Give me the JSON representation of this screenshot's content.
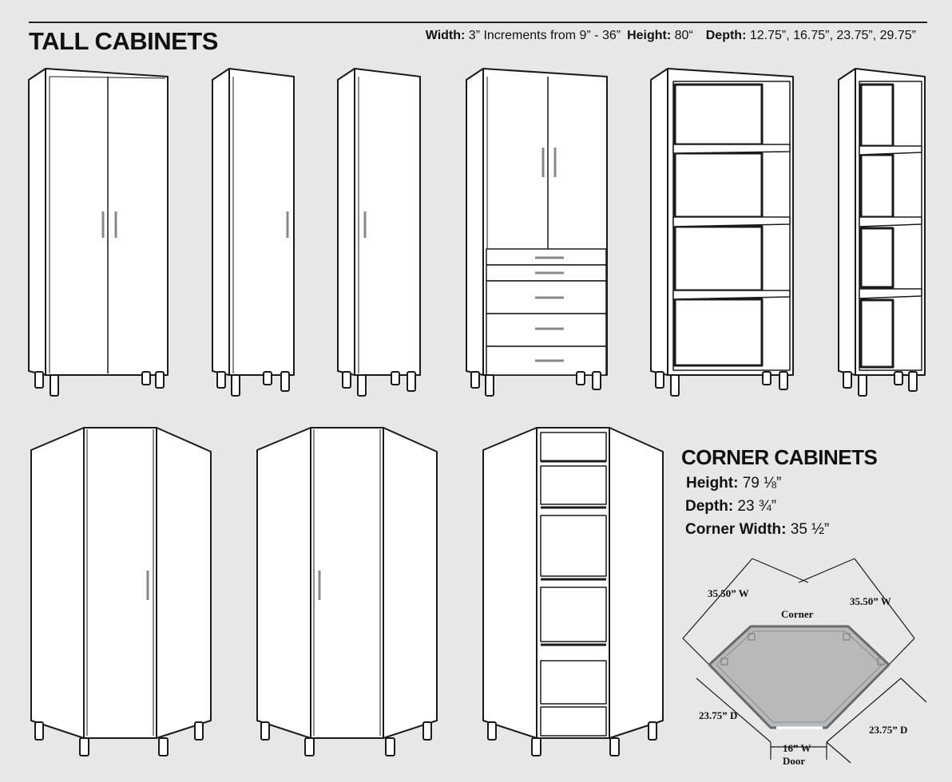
{
  "header": {
    "title": "TALL CABINETS",
    "width_label": "Width:",
    "width_value": " 3” Increments from 9” - 36”",
    "height_label": "Height:",
    "height_value": " 80“",
    "depth_label": "Depth:",
    "depth_value": " 12.75”, 16.75”, 23.75”, 29.75”"
  },
  "corner": {
    "title": "CORNER CABINETS",
    "height_label": "Height:",
    "height_value": " 79 ⅛”",
    "depth_label": "Depth:",
    "depth_value": " 23 ¾”",
    "width_label": "Corner Width:",
    "width_value": " 35 ½”"
  },
  "plan": {
    "left_width": "35.50” W",
    "right_width": "35.50” W",
    "corner_label": "Corner",
    "left_depth": "23.75” D",
    "right_depth": "23.75” D",
    "door_width": "16” W",
    "door_label": "Door"
  },
  "colors": {
    "outline": "#1a1a1a",
    "cabinet_fill": "#ffffff",
    "plan_fill": "#b8b9ba",
    "background": "#e7e7e8"
  }
}
